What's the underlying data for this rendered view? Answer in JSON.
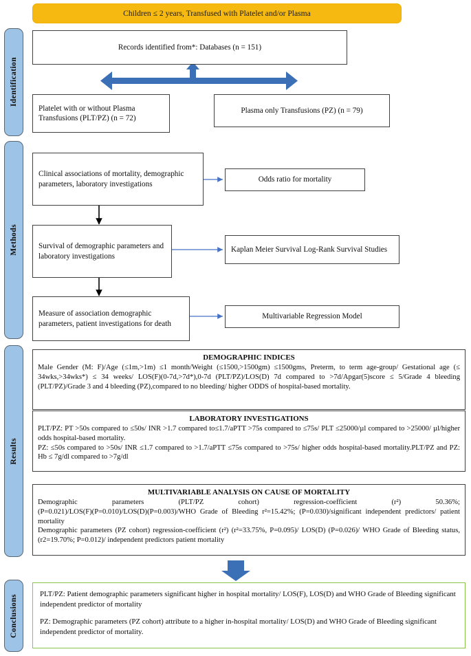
{
  "header": {
    "title": "Children ≤ 2 years, Transfused with Platelet and/or Plasma",
    "color": "#F5B912"
  },
  "stages": [
    {
      "key": "identification",
      "label": "Identification",
      "color": "#9DC3E6"
    },
    {
      "key": "methods",
      "label": "Methods",
      "color": "#9DC3E6"
    },
    {
      "key": "results",
      "label": "Results",
      "color": "#9DC3E6"
    },
    {
      "key": "conclusions",
      "label": "Conclusions",
      "color": "#9DC3E6"
    }
  ],
  "identification": {
    "records": "Records identified from*: Databases (n = 151)",
    "left_box": "Platelet with or without Plasma Transfusions (PLT/PZ) (n = 72)",
    "right_box": "Plasma only Transfusions (PZ) (n = 79)",
    "arrow_color": "#3B6FB6"
  },
  "methods": {
    "steps": [
      {
        "source": "Clinical associations of mortality, demographic parameters, laboratory investigations",
        "target": "Odds ratio for mortality"
      },
      {
        "source": "Survival of demographic parameters and laboratory investigations",
        "target": "Kaplan Meier Survival Log-Rank Survival Studies"
      },
      {
        "source": "Measure of association demographic parameters, patient investigations for death",
        "target": "Multivariable Regression Model"
      }
    ],
    "arrow_color": "#4472C4"
  },
  "results": {
    "demographic": {
      "title": "DEMOGRAPHIC INDICES",
      "body": "Male Gender (M: F)/Age (≤1m,>1m) ≤1 month/Weight (≤1500,>1500gm) ≤1500gms, Preterm, to term age-group/ Gestational age (≤ 34wks,>34wks*) ≤ 34 weeks/ LOS(F)(0-7d,>7d*),0-7d (PLT/PZ)/LOS(D) 7d compared to >7d/Apgar(5)score ≤ 5/Grade 4 bleeding (PLT/PZ)/Grade 3 and 4 bleeding (PZ),compared to no bleeding/ higher ODDS of hospital-based mortality."
    },
    "laboratory": {
      "title": "LABORATORY INVESTIGATIONS",
      "line1": "PLT/PZ: PT >50s compared to ≤50s/ INR >1.7 compared to≤1.7/aPTT >75s compared to ≤75s/ PLT ≤25000/µl compared to >25000/ µl/higher odds hospital-based mortality.",
      "line2": "PZ: ≤50s compared to >50s/ INR ≤1.7 compared to >1.7/aPTT ≤75s compared to >75s/ higher odds hospital-based mortality.PLT/PZ and PZ: Hb ≤ 7g/dl compared to >7g/dl"
    },
    "multivariable": {
      "title": "MULTIVARIABLE ANALYSIS ON CAUSE OF MORTALITY",
      "line1_a": "Demographic",
      "line1_b": "parameters",
      "line1_c": "(PLT/PZ",
      "line1_d": "cohort)",
      "line1_e": "regression-coefficient",
      "line1_f": "(r²)",
      "line1_g": "50.36%;",
      "line2": "(P=0.021)/LOS(F)(P=0.010)/LOS(D)(P=0.003)/WHO Grade of Bleeding r²=15.42%; (P=0.030)/significant independent predictors/ patient mortality",
      "line3": "Demographic parameters (PZ cohort) regression-coefficient (r²) (r²=33.75%, P=0.095)/ LOS(D) (P=0.026)/ WHO Grade of Bleeding status, (r2=19.70%; P=0.012)/ independent predictors patient mortality"
    }
  },
  "conclusions": {
    "border_color": "#8BC34A",
    "line1": "PLT/PZ: Patient demographic parameters significant higher in hospital mortality/ LOS(F), LOS(D) and WHO Grade of Bleeding significant independent predictor of mortality",
    "line2": "PZ: Demographic parameters (PZ cohort) attribute to a higher in-hospital mortality/ LOS(D) and WHO Grade of Bleeding significant independent predictor of mortality."
  }
}
